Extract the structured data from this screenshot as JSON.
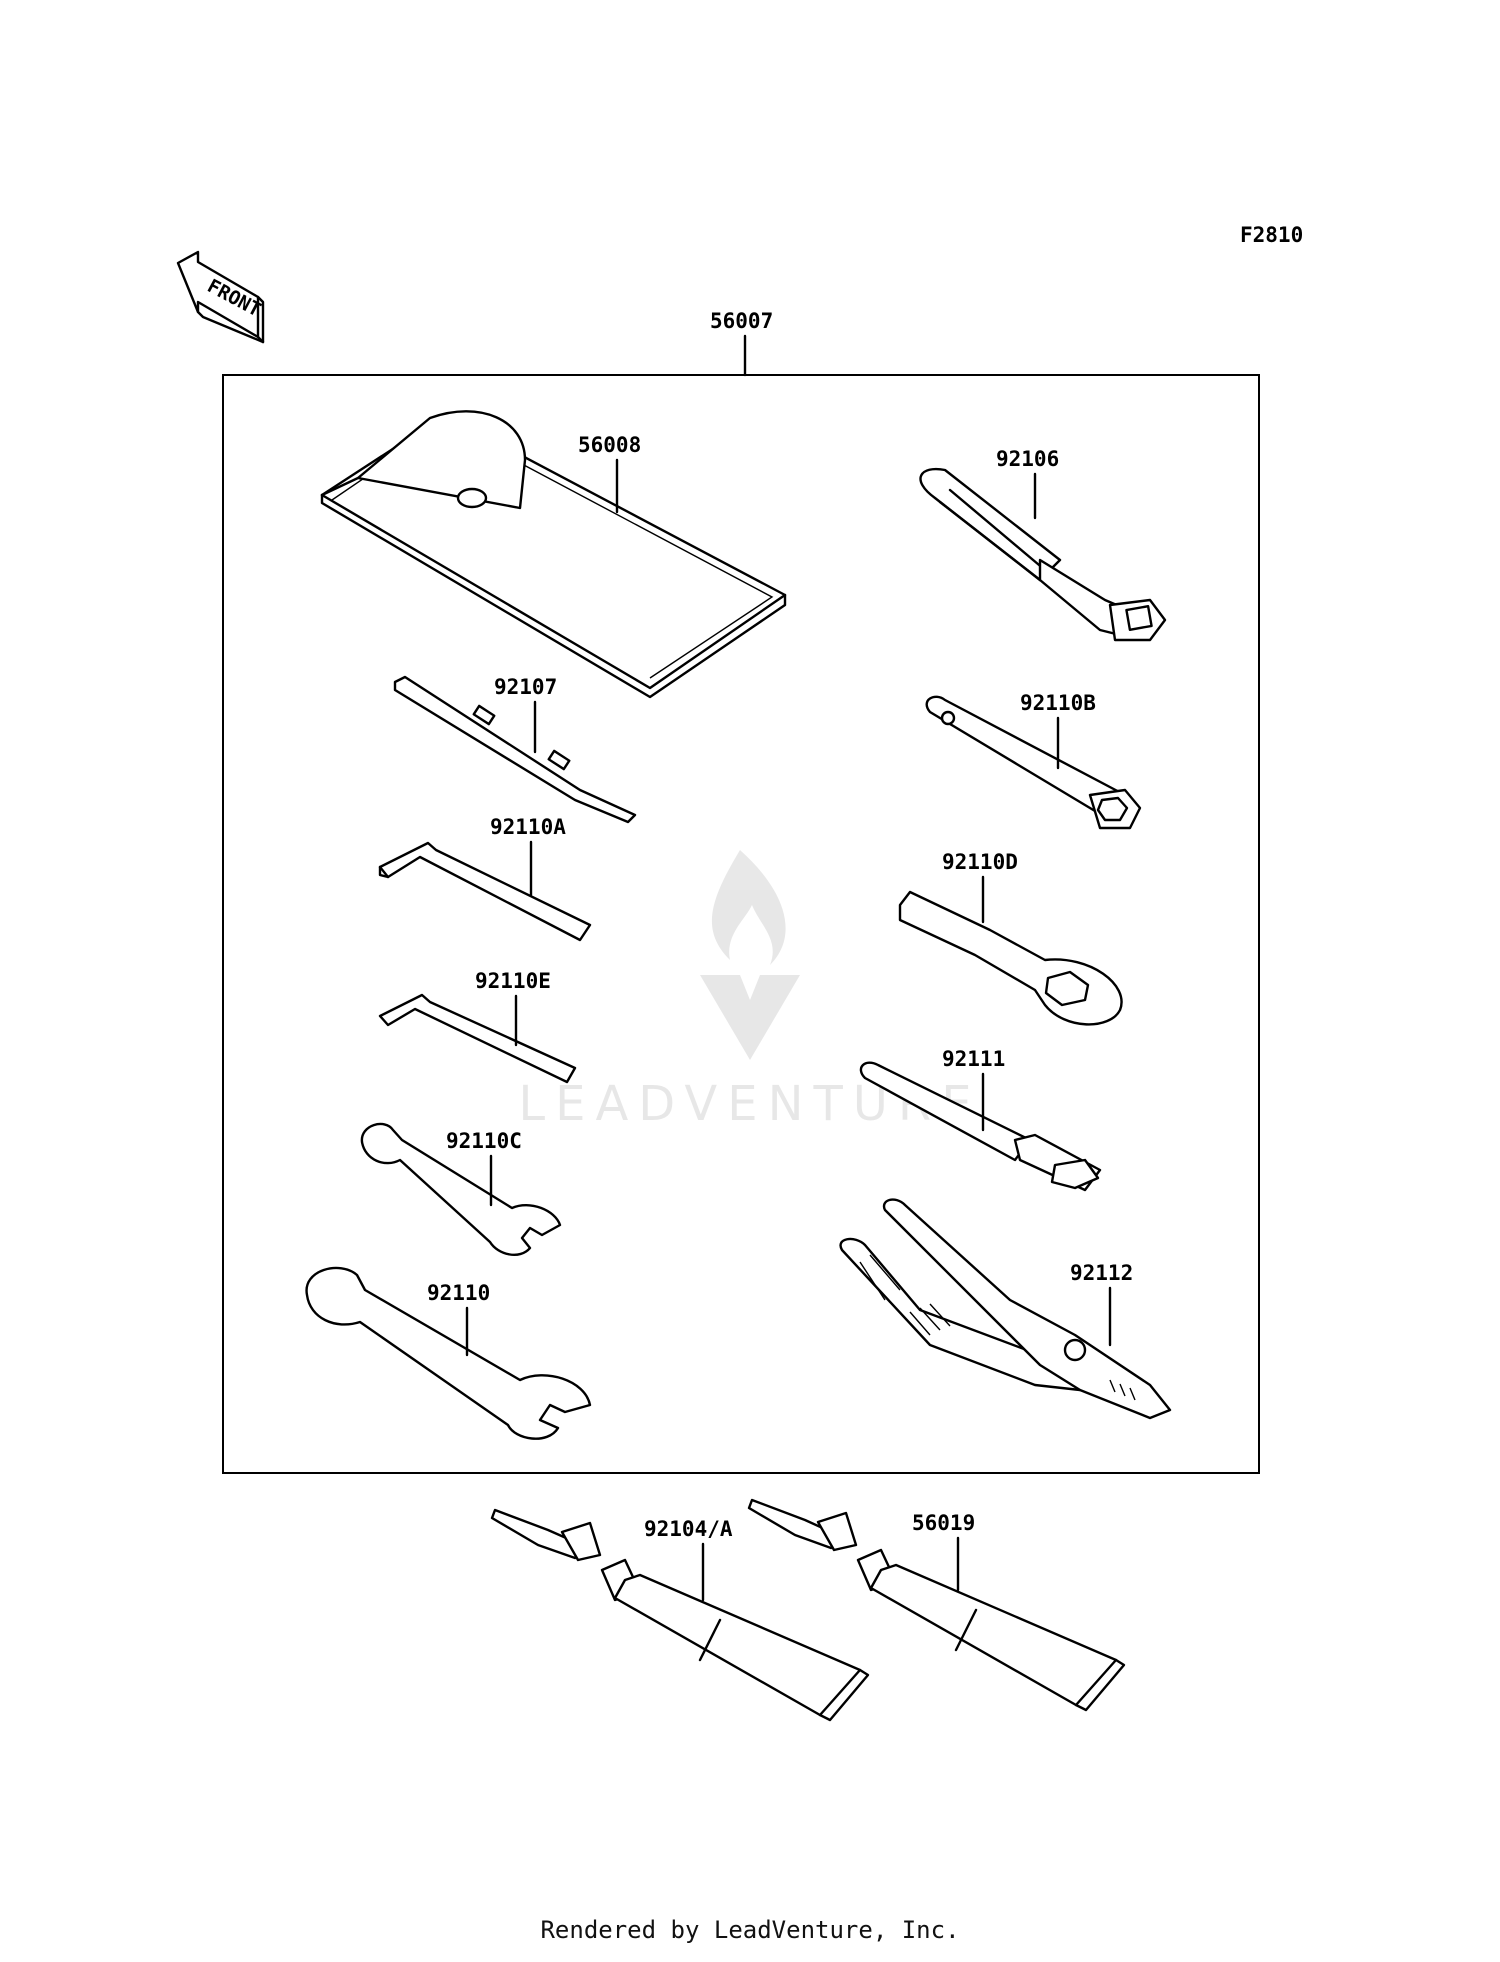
{
  "diagram": {
    "code": "F2810",
    "front_label": "FRONT",
    "kit_part": "56007",
    "parts": [
      {
        "id": "56008"
      },
      {
        "id": "92106"
      },
      {
        "id": "92107"
      },
      {
        "id": "92110B"
      },
      {
        "id": "92110A"
      },
      {
        "id": "92110D"
      },
      {
        "id": "92110E"
      },
      {
        "id": "92111"
      },
      {
        "id": "92110C"
      },
      {
        "id": "92112"
      },
      {
        "id": "92110"
      },
      {
        "id": "92104/A"
      },
      {
        "id": "56019"
      }
    ],
    "watermark": "LEADVENTURE"
  },
  "footer": "Rendered by LeadVenture, Inc."
}
